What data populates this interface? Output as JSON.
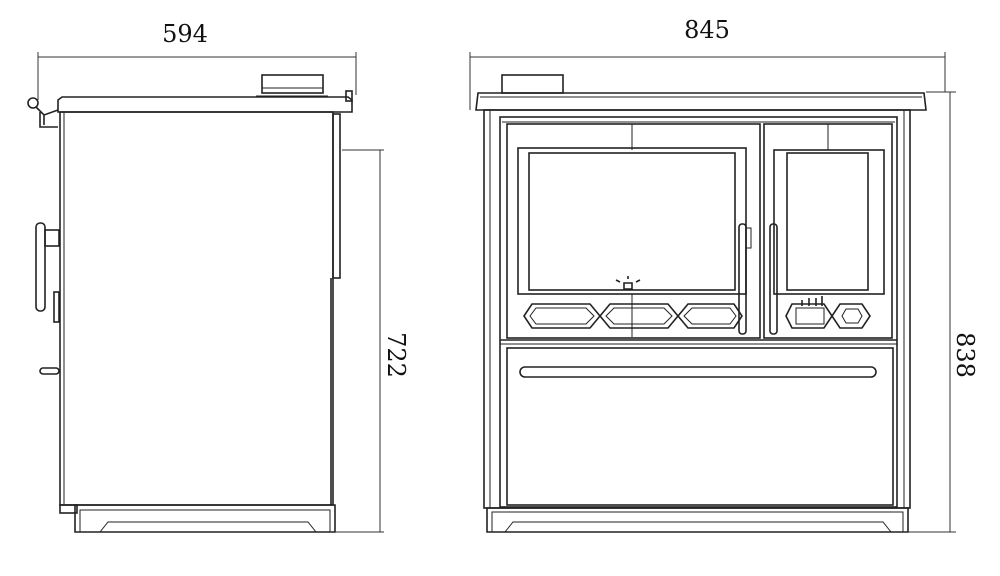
{
  "drawing": {
    "side_view": {
      "width_dimension": "594",
      "height_dimension": "722"
    },
    "front_view": {
      "width_dimension": "845",
      "height_dimension": "838"
    },
    "line_color": "#222222",
    "background": "#ffffff"
  }
}
